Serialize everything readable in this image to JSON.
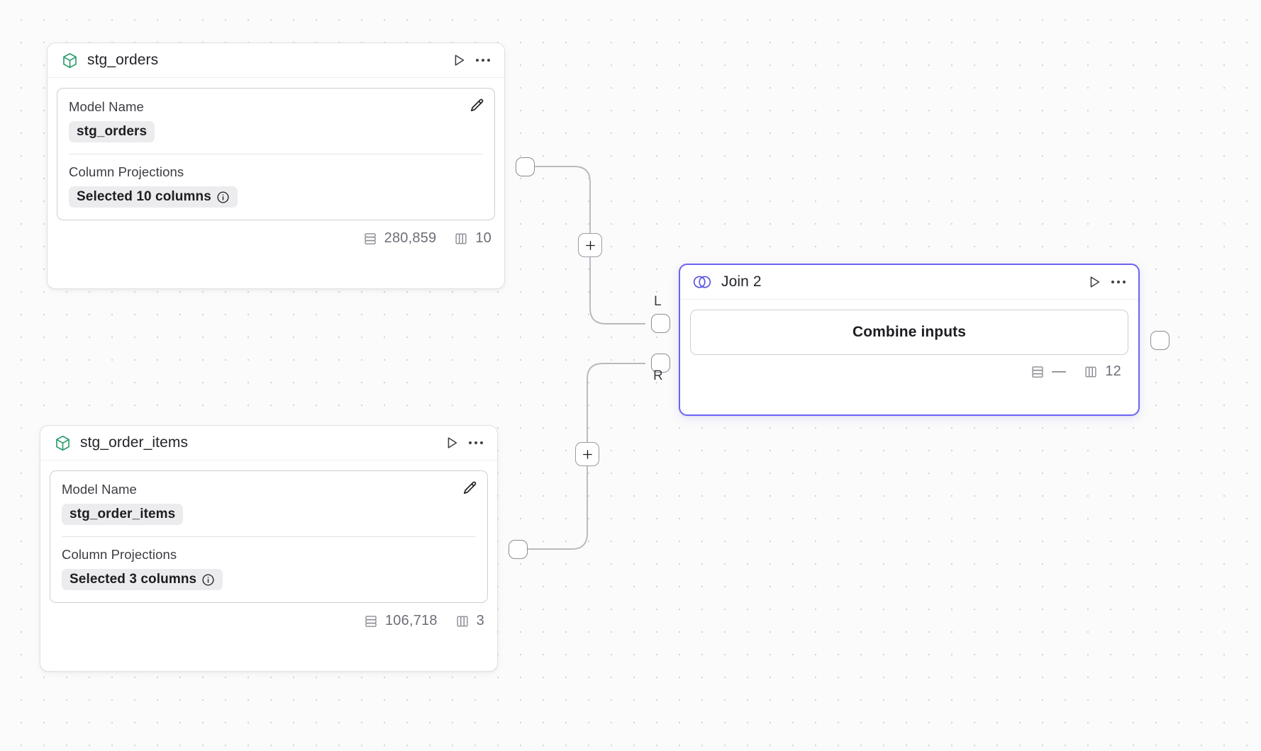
{
  "canvas": {
    "background_color": "#fbfbfb",
    "grid_dot_color": "#d3d3d6",
    "accent_color": "#6c63f5",
    "model_icon_color": "#2f9e6e"
  },
  "nodes": [
    {
      "id": "stg_orders",
      "icon": "cube-icon",
      "title": "stg_orders",
      "run_label": "Run",
      "menu_label": "More options",
      "fields": {
        "model_name_label": "Model Name",
        "model_name_value": "stg_orders",
        "column_projections_label": "Column Projections",
        "column_projections_value": "Selected 10 columns"
      },
      "stats": {
        "rows": "280,859",
        "columns": "10"
      }
    },
    {
      "id": "stg_order_items",
      "icon": "cube-icon",
      "title": "stg_order_items",
      "run_label": "Run",
      "menu_label": "More options",
      "fields": {
        "model_name_label": "Model Name",
        "model_name_value": "stg_order_items",
        "column_projections_label": "Column Projections",
        "column_projections_value": "Selected 3 columns"
      },
      "stats": {
        "rows": "106,718",
        "columns": "3"
      }
    },
    {
      "id": "join_2",
      "icon": "join-venn-icon",
      "title": "Join 2",
      "run_label": "Run",
      "menu_label": "More options",
      "action_label": "Combine inputs",
      "input_port_labels": {
        "left": "L",
        "right": "R"
      },
      "stats": {
        "rows": "—",
        "columns": "12"
      }
    }
  ],
  "edge_buttons": [
    {
      "id": "add-node-upper",
      "label": "+"
    },
    {
      "id": "add-node-lower",
      "label": "+"
    }
  ]
}
